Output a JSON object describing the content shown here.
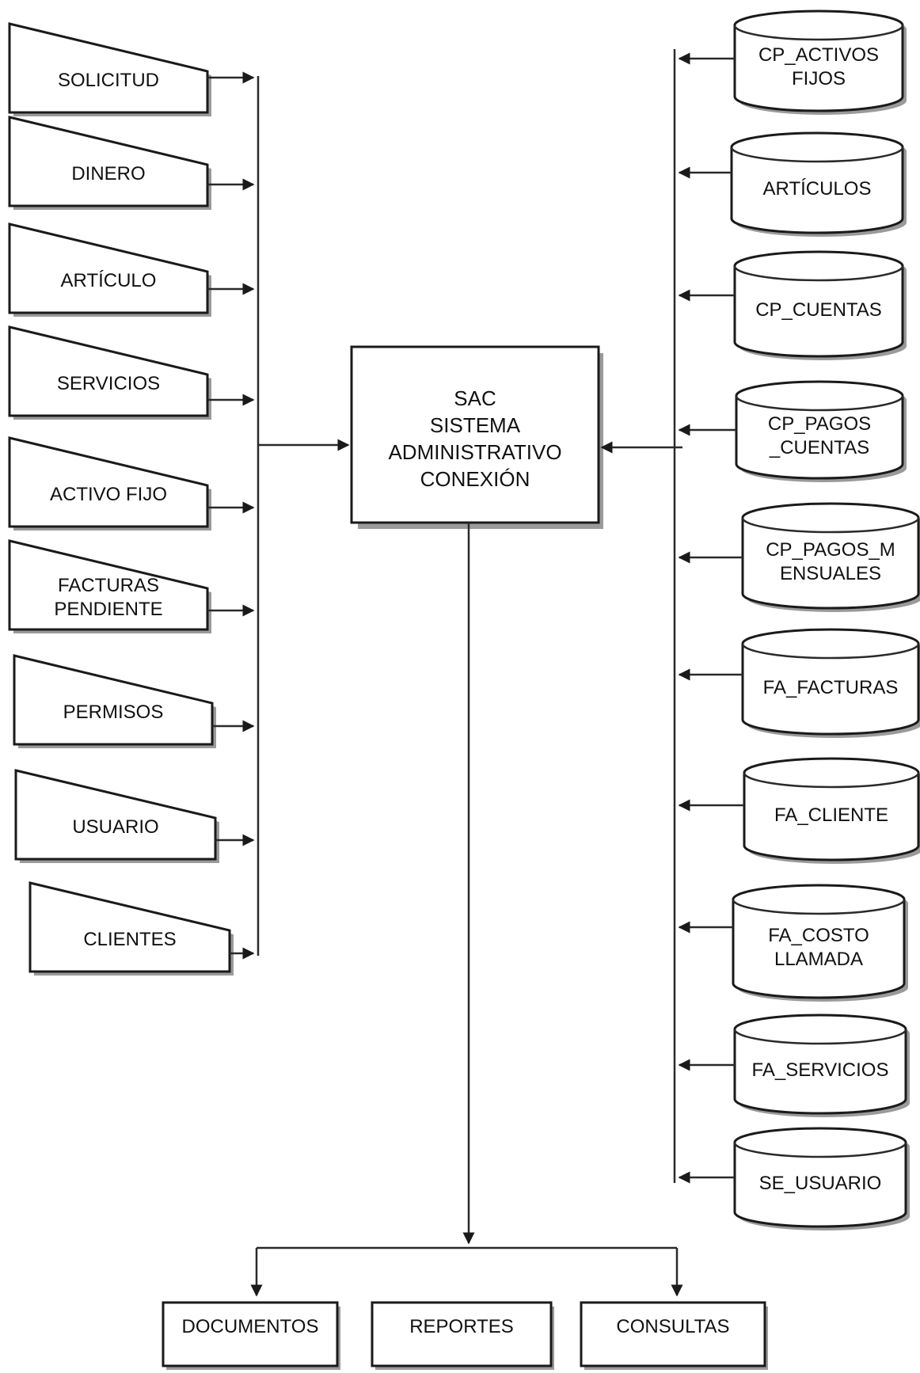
{
  "center": {
    "lines": [
      "SAC",
      "SISTEMA",
      "ADMINISTRATIVO",
      "CONEXIÓN"
    ]
  },
  "inputs": [
    {
      "lines": [
        "SOLICITUD"
      ]
    },
    {
      "lines": [
        "DINERO"
      ]
    },
    {
      "lines": [
        "ARTÍCULO"
      ]
    },
    {
      "lines": [
        "SERVICIOS"
      ]
    },
    {
      "lines": [
        "ACTIVO FIJO"
      ]
    },
    {
      "lines": [
        "FACTURAS",
        "PENDIENTE"
      ]
    },
    {
      "lines": [
        "PERMISOS"
      ]
    },
    {
      "lines": [
        "USUARIO"
      ]
    },
    {
      "lines": [
        "CLIENTES"
      ]
    }
  ],
  "databases": [
    {
      "lines": [
        "CP_ACTIVOS",
        "FIJOS"
      ]
    },
    {
      "lines": [
        "ARTÍCULOS"
      ]
    },
    {
      "lines": [
        "CP_CUENTAS"
      ]
    },
    {
      "lines": [
        "CP_PAGOS",
        "_CUENTAS"
      ]
    },
    {
      "lines": [
        "CP_PAGOS_M",
        "ENSUALES"
      ]
    },
    {
      "lines": [
        "FA_FACTURAS"
      ]
    },
    {
      "lines": [
        "FA_CLIENTE"
      ]
    },
    {
      "lines": [
        "FA_COSTO",
        "LLAMADA"
      ]
    },
    {
      "lines": [
        "FA_SERVICIOS"
      ]
    },
    {
      "lines": [
        "SE_USUARIO"
      ]
    }
  ],
  "outputs": [
    {
      "label": "DOCUMENTOS"
    },
    {
      "label": "REPORTES"
    },
    {
      "label": "CONSULTAS"
    }
  ]
}
